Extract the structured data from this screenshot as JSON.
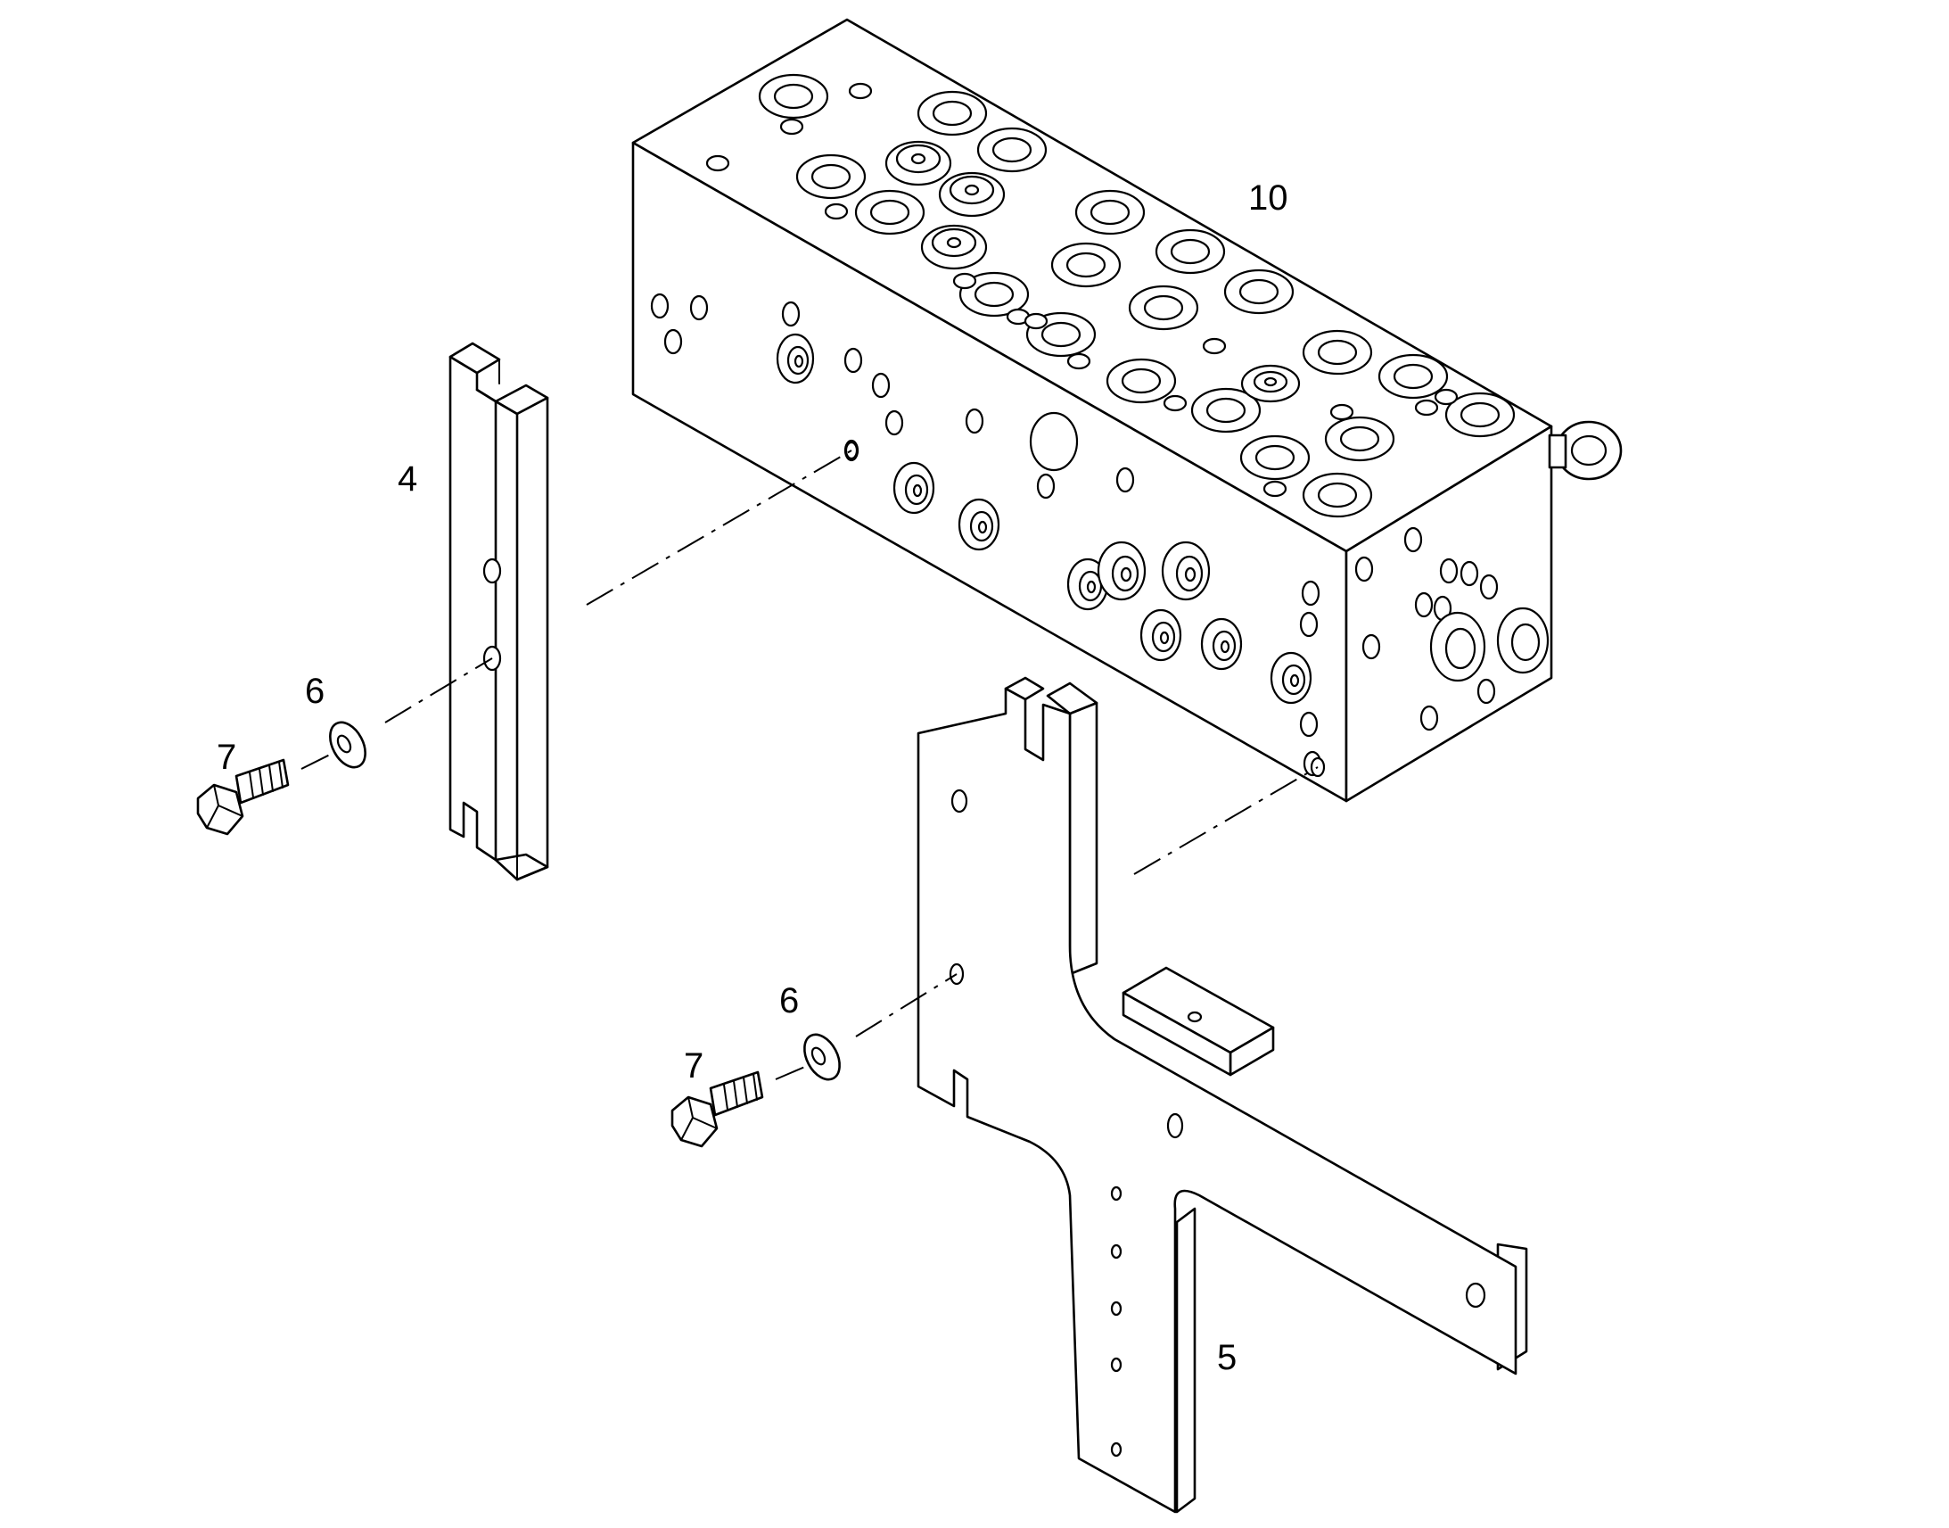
{
  "diagram": {
    "callouts": [
      {
        "id": "10",
        "label": "10"
      },
      {
        "id": "4",
        "label": "4"
      },
      {
        "id": "6a",
        "label": "6"
      },
      {
        "id": "7a",
        "label": "7"
      },
      {
        "id": "6b",
        "label": "6"
      },
      {
        "id": "7b",
        "label": "7"
      },
      {
        "id": "5",
        "label": "5"
      }
    ]
  },
  "colors": {
    "line": "#000000",
    "background": "#ffffff"
  }
}
